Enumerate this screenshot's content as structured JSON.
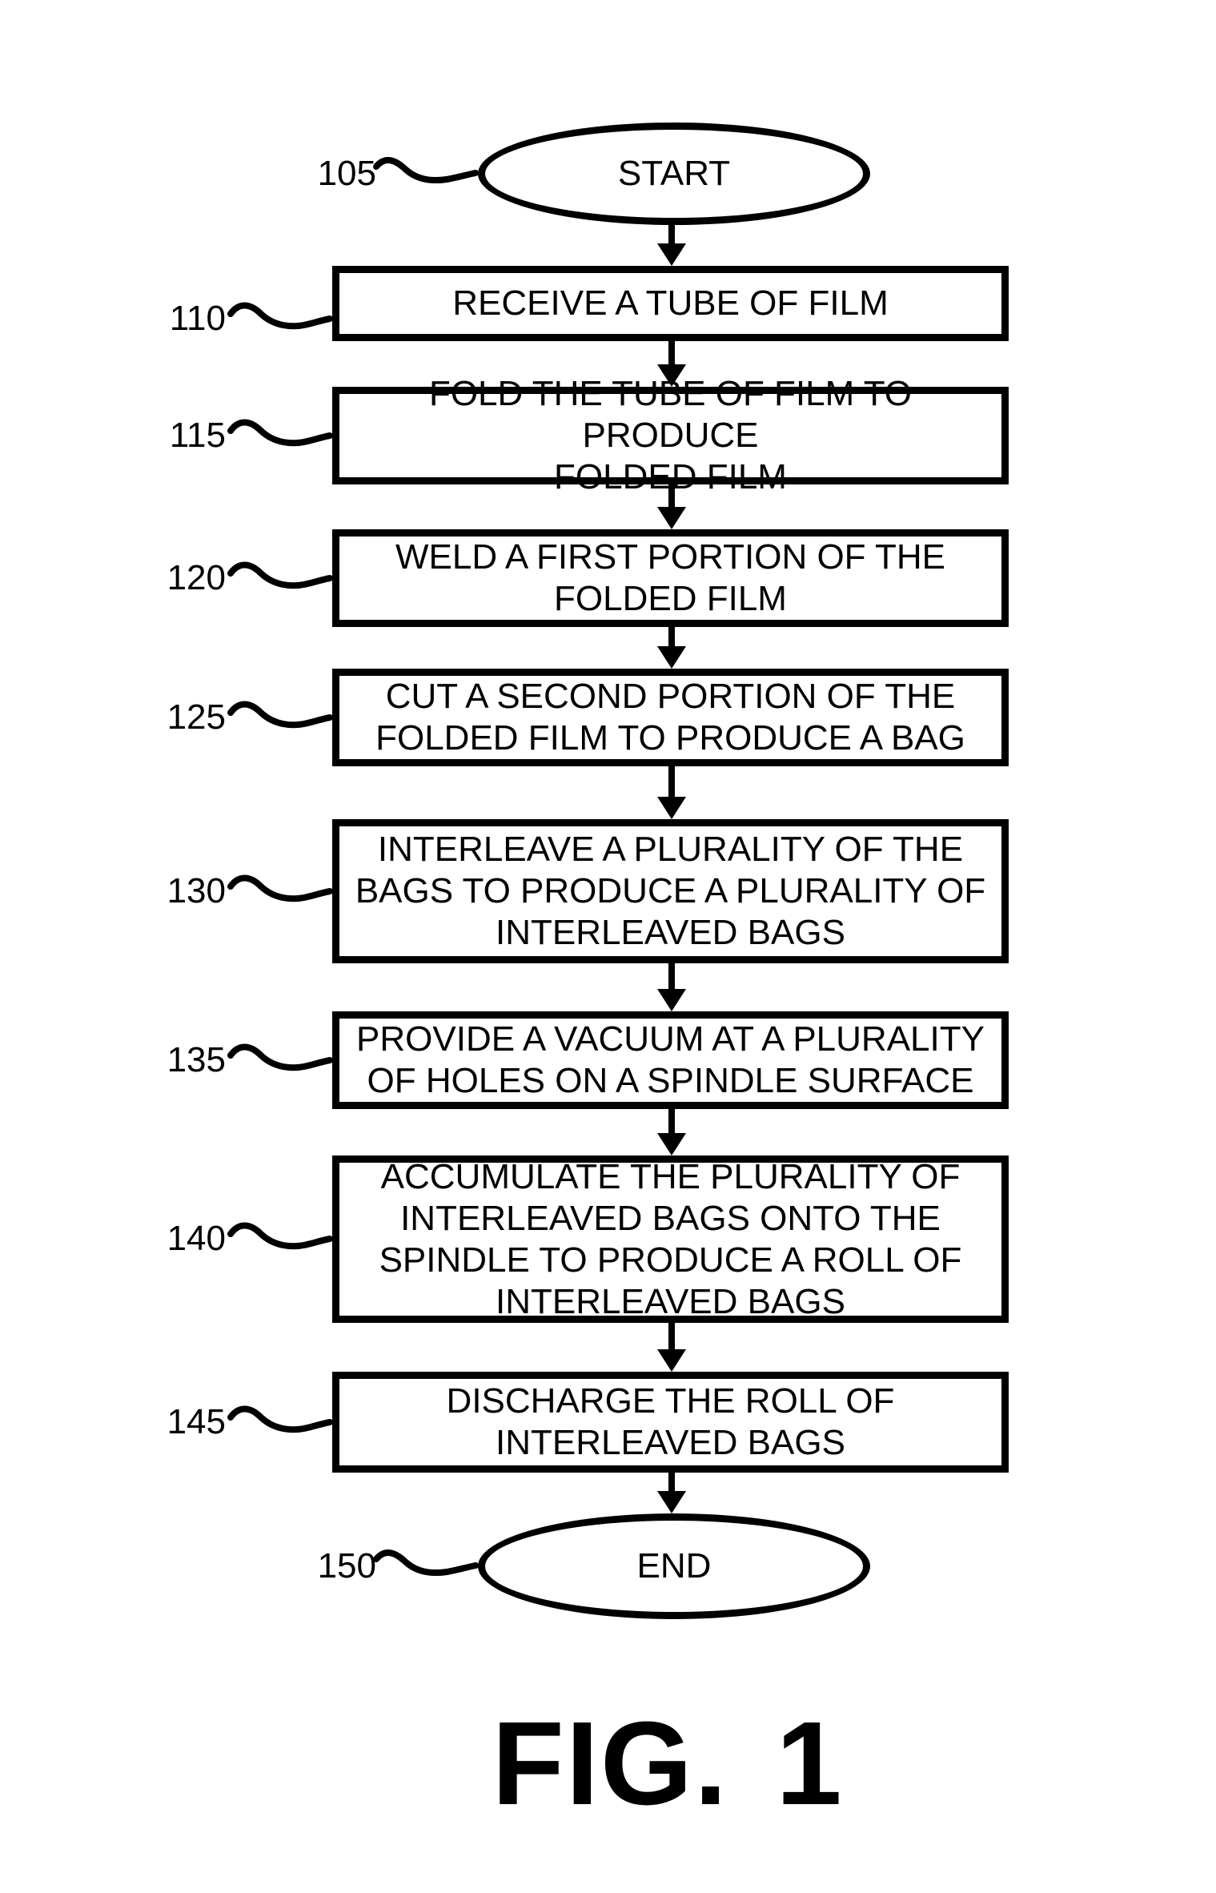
{
  "figure": {
    "caption": "FIG. 1",
    "nodes": [
      {
        "ref": "105",
        "type": "terminal",
        "label": "START"
      },
      {
        "ref": "110",
        "type": "process",
        "label": "RECEIVE A TUBE OF FILM"
      },
      {
        "ref": "115",
        "type": "process",
        "label": "FOLD THE TUBE OF FILM TO PRODUCE\nFOLDED FILM"
      },
      {
        "ref": "120",
        "type": "process",
        "label": "WELD A FIRST PORTION OF THE\nFOLDED FILM"
      },
      {
        "ref": "125",
        "type": "process",
        "label": "CUT A SECOND PORTION OF THE\nFOLDED FILM TO PRODUCE A BAG"
      },
      {
        "ref": "130",
        "type": "process",
        "label": "INTERLEAVE A PLURALITY OF THE\nBAGS TO PRODUCE A PLURALITY OF\nINTERLEAVED BAGS"
      },
      {
        "ref": "135",
        "type": "process",
        "label": "PROVIDE A VACUUM AT A PLURALITY\nOF HOLES ON A SPINDLE SURFACE"
      },
      {
        "ref": "140",
        "type": "process",
        "label": "ACCUMULATE THE PLURALITY OF\nINTERLEAVED BAGS ONTO THE\nSPINDLE TO PRODUCE A ROLL OF\nINTERLEAVED BAGS"
      },
      {
        "ref": "145",
        "type": "process",
        "label": "DISCHARGE THE ROLL OF\nINTERLEAVED BAGS"
      },
      {
        "ref": "150",
        "type": "terminal",
        "label": "END"
      }
    ],
    "colors": {
      "ink": "#000000",
      "background": "#ffffff"
    }
  }
}
